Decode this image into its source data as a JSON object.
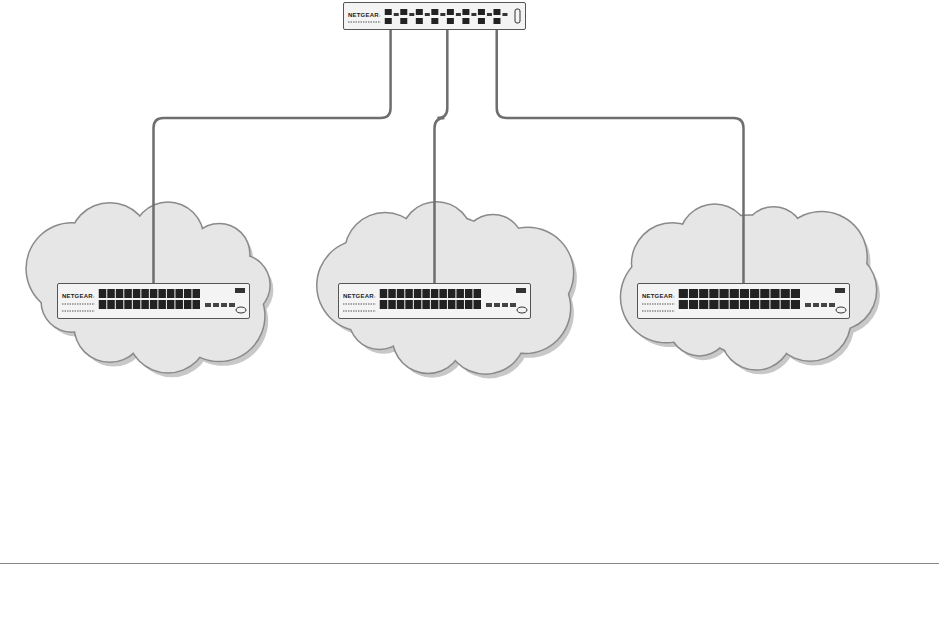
{
  "diagram": {
    "nodes": [
      {
        "text": [
          "NETGEAR"
        ]
      },
      {
        "text": [
          "NETGEAR"
        ]
      },
      {
        "text": [
          "NETGEAR"
        ]
      },
      {
        "text": [
          "NETGEAR"
        ]
      }
    ],
    "edges": [
      {
        "from": 0,
        "to": 1,
        "arrow": "none"
      },
      {
        "from": 0,
        "to": 2,
        "arrow": "none"
      },
      {
        "from": 0,
        "to": 3,
        "arrow": "none"
      }
    ]
  }
}
